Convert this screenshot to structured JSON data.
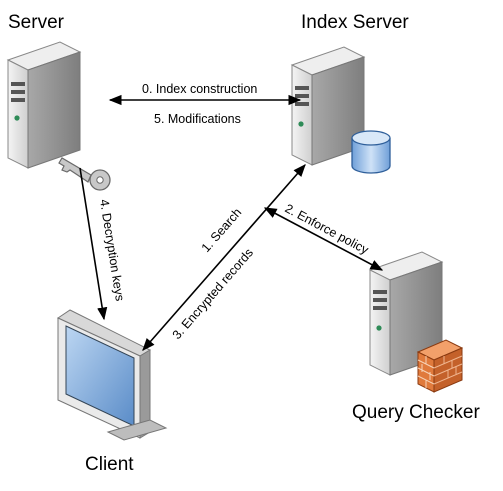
{
  "nodes": {
    "server": {
      "label": "Server",
      "icon": "server-tower-icon",
      "accessory_icon": "key-icon"
    },
    "index_server": {
      "label": "Index Server",
      "icon": "server-tower-icon",
      "accessory_icon": "database-icon"
    },
    "query_checker": {
      "label": "Query Checker",
      "icon": "server-tower-icon",
      "accessory_icon": "firewall-brick-icon"
    },
    "client": {
      "label": "Client",
      "icon": "monitor-icon"
    }
  },
  "edges": {
    "index_construction": "0. Index construction",
    "search": "1. Search",
    "enforce_policy": "2. Enforce policy",
    "encrypted_records": "3. Encrypted records",
    "decryption_keys": "4. Decryption keys",
    "modifications": "5. Modifications"
  },
  "colors": {
    "server_body": "#dcdcdc",
    "server_shadow": "#9a9a9a",
    "database": "#8fb8e8",
    "brick": "#e07a3c",
    "key": "#bfbfbf",
    "monitor_screen": "#6e9fd6"
  }
}
